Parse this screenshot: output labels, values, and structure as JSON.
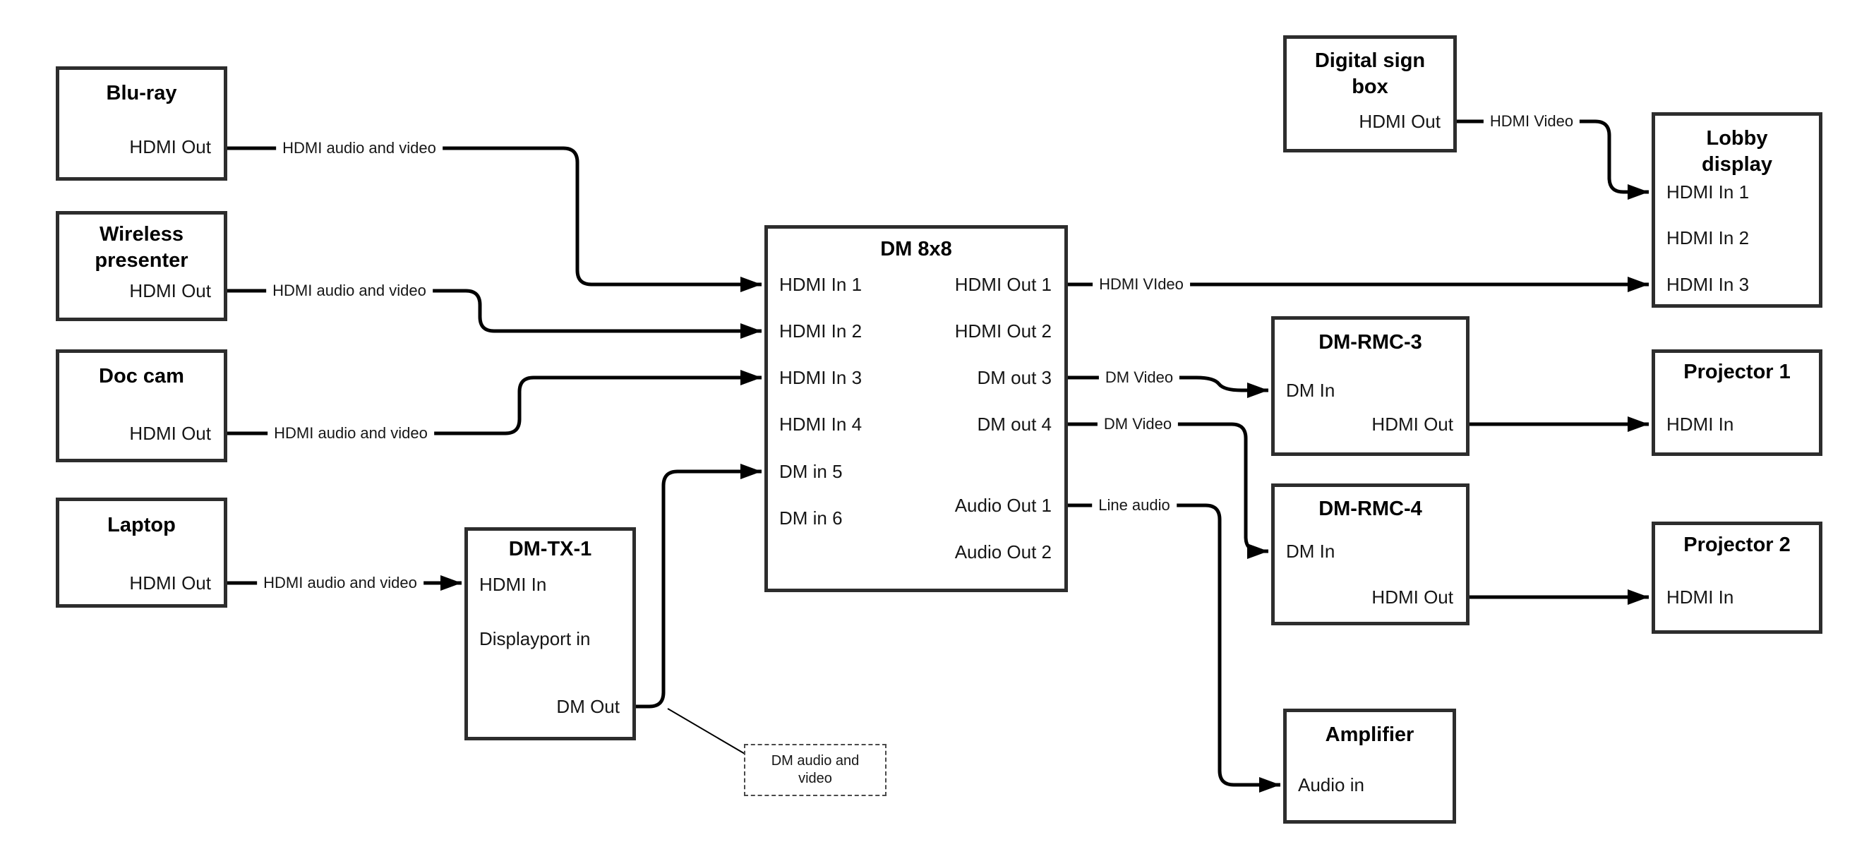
{
  "boxes": {
    "bluray": {
      "title": "Blu-ray",
      "port_out": "HDMI Out"
    },
    "wireless": {
      "title": "Wireless\npresenter",
      "port_out": "HDMI Out"
    },
    "doccam": {
      "title": "Doc cam",
      "port_out": "HDMI Out"
    },
    "laptop": {
      "title": "Laptop",
      "port_out": "HDMI Out"
    },
    "dmtx1": {
      "title": "DM-TX-1",
      "ports": [
        "HDMI In",
        "Displayport in",
        "DM Out"
      ]
    },
    "dm8x8": {
      "title": "DM 8x8",
      "ports_left": [
        "HDMI In 1",
        "HDMI In 2",
        "HDMI In 3",
        "HDMI In 4",
        "DM in 5",
        "DM in 6"
      ],
      "ports_right": [
        "HDMI Out 1",
        "HDMI Out 2",
        "DM out 3",
        "DM out 4",
        "Audio Out 1",
        "Audio Out 2"
      ]
    },
    "sign": {
      "title": "Digital sign\nbox",
      "port_out": "HDMI Out"
    },
    "lobby": {
      "title": "Lobby\ndisplay",
      "ports": [
        "HDMI In 1",
        "HDMI In 2",
        "HDMI In 3"
      ]
    },
    "rmc3": {
      "title": "DM-RMC-3",
      "port_in": "DM In",
      "port_out": "HDMI Out"
    },
    "proj1": {
      "title": "Projector 1",
      "port_in": "HDMI In"
    },
    "rmc4": {
      "title": "DM-RMC-4",
      "port_in": "DM In",
      "port_out": "HDMI Out"
    },
    "proj2": {
      "title": "Projector 2",
      "port_in": "HDMI In"
    },
    "amp": {
      "title": "Amplifier",
      "port_in": "Audio in"
    }
  },
  "wire_labels": {
    "bluray": "HDMI audio and video",
    "wireless": "HDMI audio and video",
    "doccam": "HDMI audio and video",
    "laptop": "HDMI audio and video",
    "hdmi_out1": "HDMI VIdeo",
    "dm_out3": "DM Video",
    "dm_out4": "DM Video",
    "audio_out1": "Line audio",
    "sign": "HDMI Video"
  },
  "callout": {
    "text": "DM audio and\nvideo"
  },
  "colors": {
    "wire": "#000000",
    "box_border": "#2d2d2d",
    "background": "#ffffff"
  }
}
